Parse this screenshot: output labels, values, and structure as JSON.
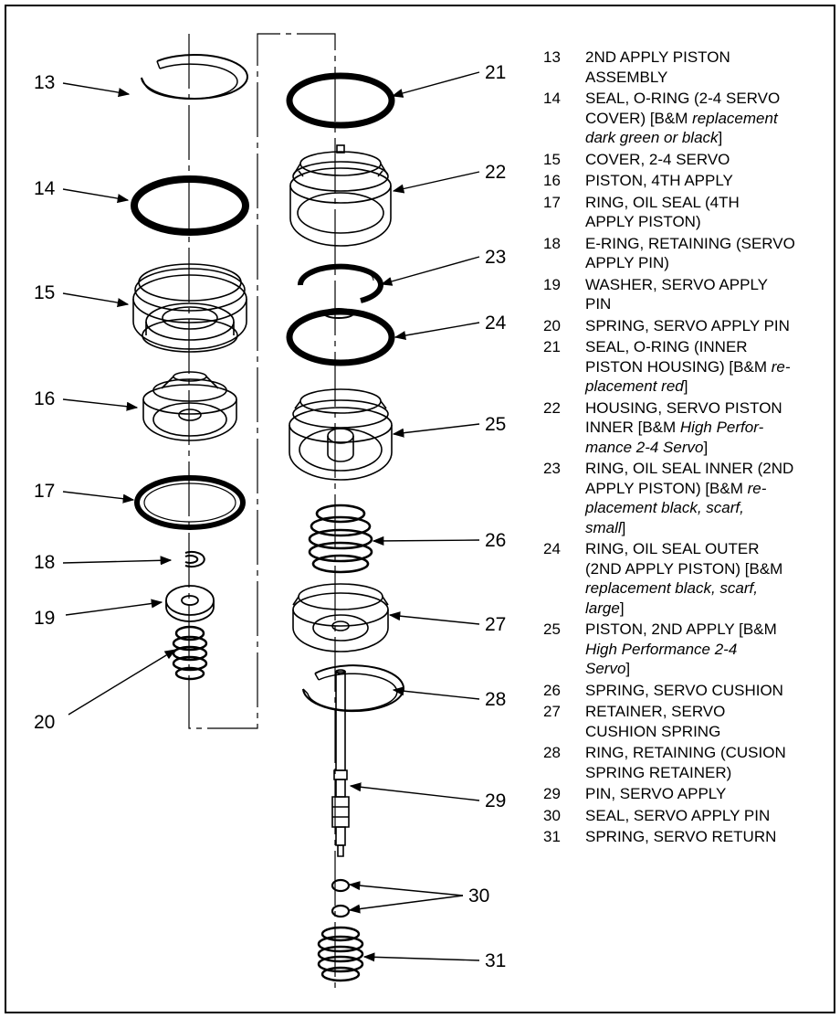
{
  "callouts": [
    "13",
    "14",
    "15",
    "16",
    "17",
    "18",
    "19",
    "20",
    "21",
    "22",
    "23",
    "24",
    "25",
    "26",
    "27",
    "28",
    "29",
    "30",
    "31"
  ],
  "legend": [
    {
      "num": "13",
      "lines": [
        [
          {
            "t": "2ND APPLY PISTON"
          }
        ],
        [
          {
            "t": "ASSEMBLY"
          }
        ]
      ]
    },
    {
      "num": "14",
      "lines": [
        [
          {
            "t": "SEAL, O-RING (2-4 SERVO"
          }
        ],
        [
          {
            "t": "COVER) [B&M "
          },
          {
            "t": "replacement",
            "i": true
          }
        ],
        [
          {
            "t": "dark green or black",
            "i": true
          },
          {
            "t": "]"
          }
        ]
      ]
    },
    {
      "num": "15",
      "lines": [
        [
          {
            "t": "COVER, 2-4 SERVO"
          }
        ]
      ]
    },
    {
      "num": "16",
      "lines": [
        [
          {
            "t": "PISTON, 4TH APPLY"
          }
        ]
      ]
    },
    {
      "num": "17",
      "lines": [
        [
          {
            "t": "RING, OIL SEAL (4TH"
          }
        ],
        [
          {
            "t": "APPLY PISTON)"
          }
        ]
      ]
    },
    {
      "num": "18",
      "lines": [
        [
          {
            "t": "E-RING, RETAINING (SERVO"
          }
        ],
        [
          {
            "t": "APPLY PIN)"
          }
        ]
      ]
    },
    {
      "num": "19",
      "lines": [
        [
          {
            "t": "WASHER, SERVO APPLY"
          }
        ],
        [
          {
            "t": "PIN"
          }
        ]
      ]
    },
    {
      "num": "20",
      "lines": [
        [
          {
            "t": "SPRING, SERVO APPLY PIN"
          }
        ]
      ]
    },
    {
      "num": "21",
      "lines": [
        [
          {
            "t": "SEAL, O-RING (INNER"
          }
        ],
        [
          {
            "t": "PISTON HOUSING) [B&M "
          },
          {
            "t": "re-",
            "i": true
          }
        ],
        [
          {
            "t": "placement red",
            "i": true
          },
          {
            "t": "]"
          }
        ]
      ]
    },
    {
      "num": "22",
      "lines": [
        [
          {
            "t": "HOUSING, SERVO PISTON"
          }
        ],
        [
          {
            "t": "INNER [B&M "
          },
          {
            "t": "High Perfor-",
            "i": true
          }
        ],
        [
          {
            "t": "mance 2-4 Servo",
            "i": true
          },
          {
            "t": "]"
          }
        ]
      ]
    },
    {
      "num": "23",
      "lines": [
        [
          {
            "t": "RING, OIL SEAL INNER (2ND"
          }
        ],
        [
          {
            "t": "APPLY PISTON) [B&M "
          },
          {
            "t": "re-",
            "i": true
          }
        ],
        [
          {
            "t": "placement black, scarf,",
            "i": true
          }
        ],
        [
          {
            "t": "small",
            "i": true
          },
          {
            "t": "]"
          }
        ]
      ]
    },
    {
      "num": "24",
      "lines": [
        [
          {
            "t": "RING, OIL SEAL OUTER"
          }
        ],
        [
          {
            "t": "(2ND APPLY PISTON) [B&M"
          }
        ],
        [
          {
            "t": "replacement black, scarf,",
            "i": true
          }
        ],
        [
          {
            "t": "large",
            "i": true
          },
          {
            "t": "]"
          }
        ]
      ]
    },
    {
      "num": "25",
      "lines": [
        [
          {
            "t": "PISTON, 2ND APPLY [B&M"
          }
        ],
        [
          {
            "t": "High Performance 2-4",
            "i": true
          }
        ],
        [
          {
            "t": "Servo",
            "i": true
          },
          {
            "t": "]"
          }
        ]
      ]
    },
    {
      "num": "26",
      "lines": [
        [
          {
            "t": "SPRING, SERVO CUSHION"
          }
        ]
      ]
    },
    {
      "num": "27",
      "lines": [
        [
          {
            "t": "RETAINER, SERVO"
          }
        ],
        [
          {
            "t": "CUSHION SPRING"
          }
        ]
      ]
    },
    {
      "num": "28",
      "lines": [
        [
          {
            "t": "RING, RETAINING (CUSION"
          }
        ],
        [
          {
            "t": "SPRING RETAINER)"
          }
        ]
      ]
    },
    {
      "num": "29",
      "lines": [
        [
          {
            "t": "PIN, SERVO APPLY"
          }
        ]
      ]
    },
    {
      "num": "30",
      "lines": [
        [
          {
            "t": "SEAL, SERVO APPLY PIN"
          }
        ]
      ]
    },
    {
      "num": "31",
      "lines": [
        [
          {
            "t": "SPRING, SERVO RETURN"
          }
        ]
      ]
    }
  ]
}
